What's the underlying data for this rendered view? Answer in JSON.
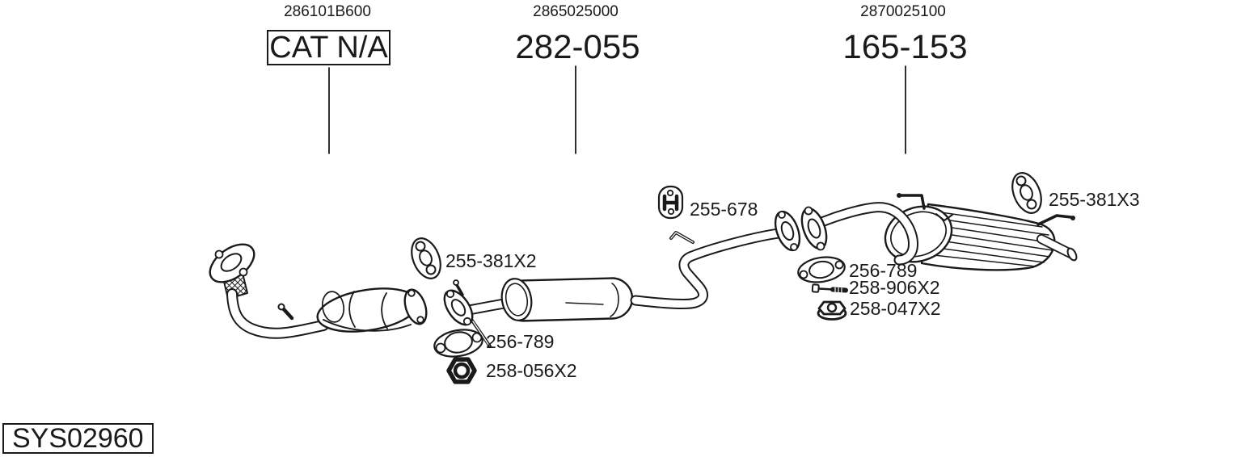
{
  "header": {
    "columns": [
      {
        "part_number": "286101B600",
        "code": "CAT N/A",
        "boxed": true
      },
      {
        "part_number": "2865025000",
        "code": "282-055",
        "boxed": false
      },
      {
        "part_number": "2870025100",
        "code": "165-153",
        "boxed": false
      }
    ]
  },
  "callouts": [
    {
      "ref": "255-381X2",
      "icon": "rubber-hanger-icon"
    },
    {
      "ref": "255-678",
      "icon": "h-hanger-icon"
    },
    {
      "ref": "255-381X3",
      "icon": "rubber-hanger-icon"
    },
    {
      "ref": "256-789",
      "icon": "gasket-icon"
    },
    {
      "ref": "258-906X2",
      "icon": "bolt-icon"
    },
    {
      "ref": "258-047X2",
      "icon": "flange-nut-icon"
    },
    {
      "ref": "256-789",
      "icon": "gasket-icon"
    },
    {
      "ref": "258-056X2",
      "icon": "hex-nut-icon"
    }
  ],
  "footer": {
    "system_code": "SYS02960"
  },
  "colors": {
    "ink": "#1a1a1a",
    "background": "#ffffff"
  }
}
